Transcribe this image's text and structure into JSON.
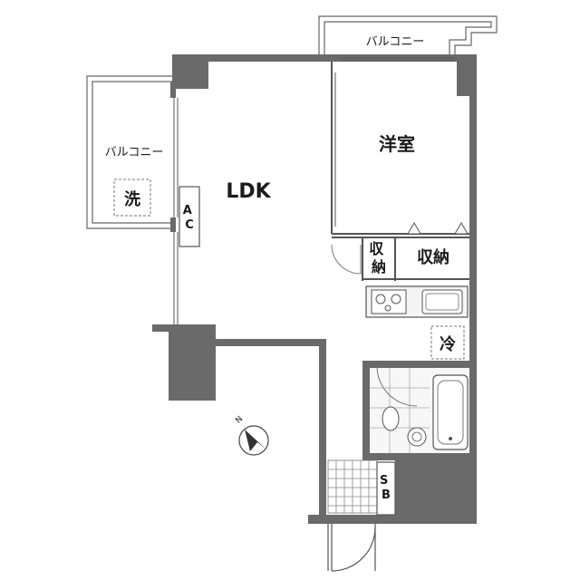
{
  "rooms": {
    "ldk": "LDK",
    "western_room": "洋室",
    "storage_small": "収\n納",
    "storage_large": "収納",
    "fridge": "冷",
    "washer": "洗",
    "aircon": "A\nC",
    "shoe_box": "S\nB"
  },
  "balconies": {
    "top": "バルコニー",
    "left": "バルコニー"
  },
  "compass": {
    "label": "N"
  },
  "colors": {
    "wall": "#6a6a6a",
    "line": "#444444",
    "fixture_bg": "#f4f4f4"
  }
}
